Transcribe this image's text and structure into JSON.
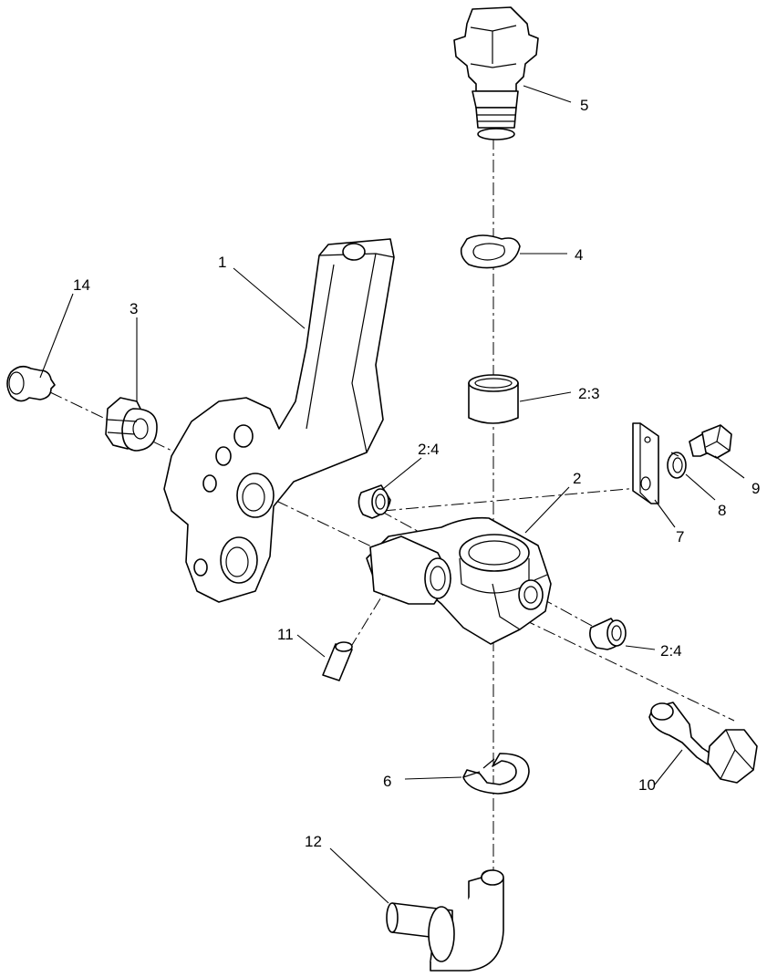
{
  "callouts": {
    "c1": "1",
    "c2": "2",
    "c2_3": "2:3",
    "c2_4_left": "2:4",
    "c2_4_right": "2:4",
    "c3": "3",
    "c4": "4",
    "c5": "5",
    "c6": "6",
    "c7": "7",
    "c8": "8",
    "c9": "9",
    "c10": "10",
    "c11": "11",
    "c12": "12",
    "c14": "14"
  },
  "colors": {
    "line": "#000000",
    "background": "#ffffff"
  }
}
